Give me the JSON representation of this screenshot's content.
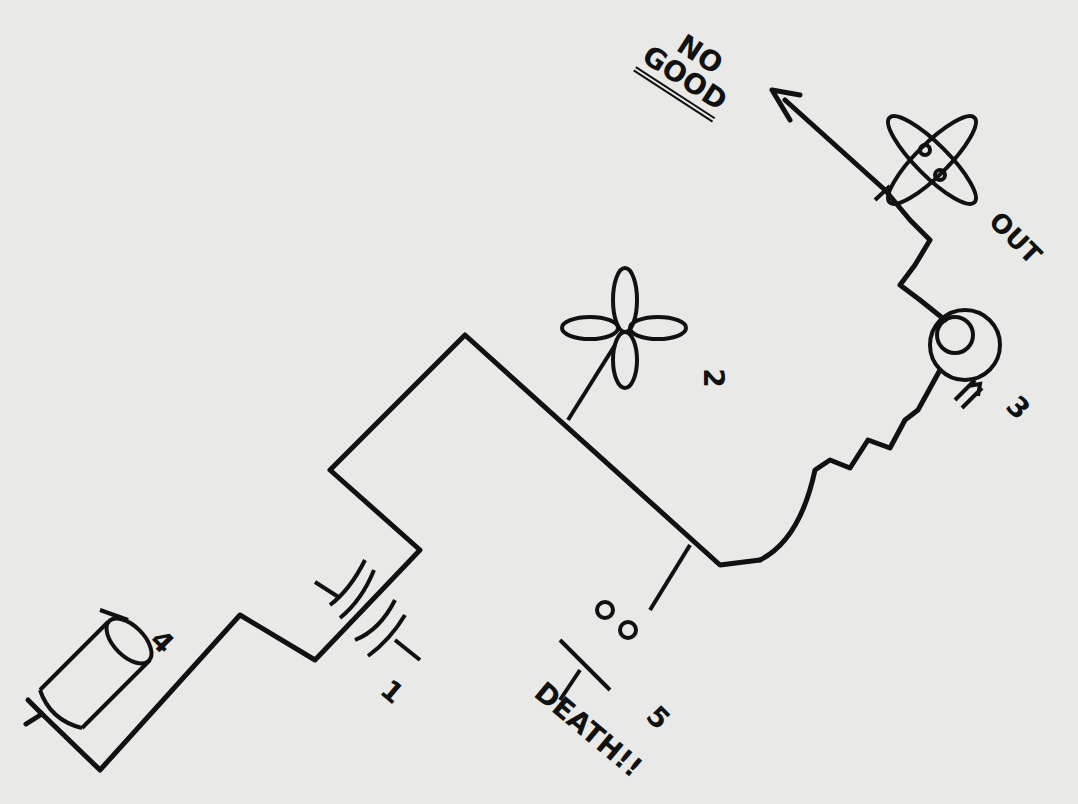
{
  "diagram": {
    "labels": [
      "NO GOOD",
      "OUT",
      "2",
      "3",
      "4",
      "1",
      "5",
      "DEATH!!"
    ]
  }
}
